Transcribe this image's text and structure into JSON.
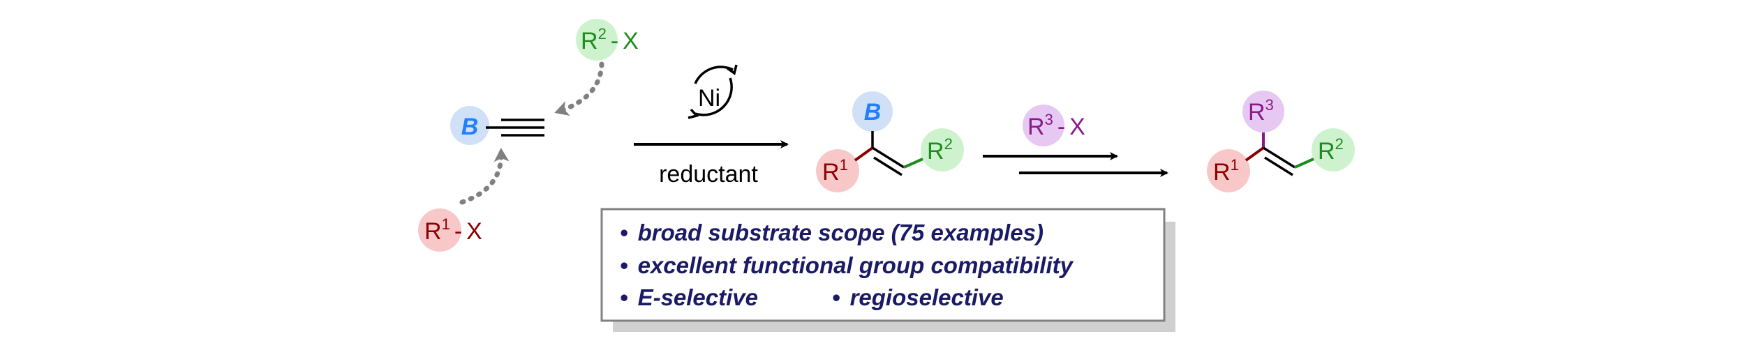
{
  "colors": {
    "boron": "#2080ff",
    "boron_bg": "#cfe0f7",
    "r1": "#8b0000",
    "r1_bg": "#f8c8c8",
    "r2": "#1e8c1e",
    "r2_bg": "#cdf2cd",
    "r3": "#8a1a8a",
    "r3_bg": "#e6c8f2",
    "bond": "#000000",
    "dotted_arrow": "#808080",
    "box_border": "#808080",
    "box_shadow": "#d0d0d0",
    "bullet_text": "#1a1a66"
  },
  "alkyne": {
    "boron_label": "B"
  },
  "reagents": {
    "r2x": {
      "r": "R",
      "sup": "2",
      "sep": "-",
      "x": "X"
    },
    "r1x": {
      "r": "R",
      "sup": "1",
      "sep": "-",
      "x": "X"
    }
  },
  "step1": {
    "catalyst": "Ni",
    "below_label": "reductant",
    "cycle_icon": "circular-arrows-icon"
  },
  "intermediate": {
    "boron_label": "B",
    "r1": {
      "r": "R",
      "sup": "1"
    },
    "r2": {
      "r": "R",
      "sup": "2"
    }
  },
  "step2": {
    "reagent": {
      "r": "R",
      "sup": "3",
      "sep": "-",
      "x": "X"
    }
  },
  "product": {
    "r3": {
      "r": "R",
      "sup": "3"
    },
    "r1": {
      "r": "R",
      "sup": "1"
    },
    "r2": {
      "r": "R",
      "sup": "2"
    }
  },
  "features": {
    "bullet": "•",
    "items": [
      "broad substrate scope (75 examples)",
      "excellent functional group compatibility",
      "E-selective",
      "regioselective"
    ]
  }
}
